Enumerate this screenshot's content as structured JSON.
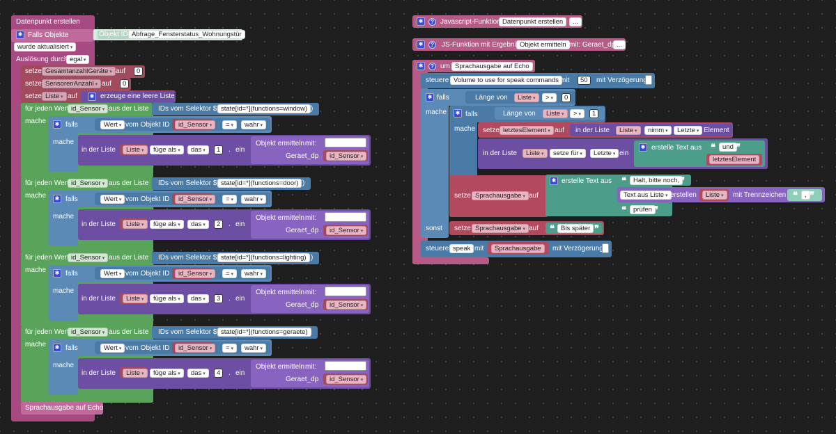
{
  "colors": {
    "background": "#1e1e1e",
    "pink": "#a84a82",
    "green": "#5aa35a",
    "blue": "#4a7aa6",
    "purple": "#6c4ea3",
    "red": "#a24a5e",
    "teal": "#3f8a86"
  },
  "left": {
    "title": "Datenpunkt erstellen",
    "falls_objekte": "Falls Objekte",
    "objekt_id_label": "Objekt ID",
    "objekt_id_value": "Abfrage_Fensterstatus_Wohnungstür",
    "wurde_aktualisiert": "wurde aktualisiert",
    "ausloesung": "Auslösung durch",
    "egal": "egal",
    "setze": "setze",
    "auf": "auf",
    "var_gesamt": "GesamtanzahlGeräte",
    "var_sensoren": "SensorenAnzahl",
    "var_liste": "Liste",
    "zero": "0",
    "erzeuge": "erzeuge eine leere Liste",
    "fuer_jeden": "für jeden Wert",
    "id_sensor": "id_Sensor",
    "aus_der_liste": "aus der Liste",
    "ids_vom_selektor": "IDs vom Selektor $(",
    "close_paren": ")",
    "mache": "mache",
    "falls": "falls",
    "wert": "Wert",
    "vom_objekt_id": "vom Objekt ID",
    "eq": "=",
    "wahr": "wahr",
    "in_der_liste": "in der Liste",
    "fuege_als": "füge als",
    "das": "das",
    "ein": "ein",
    "dot": ".",
    "objekt_ermitteln": "Objekt ermitteln",
    "mit": "mit:",
    "geraet_dp": "Geraet_dp",
    "loops": [
      {
        "selector": "state[id=*](functions=window)",
        "index": "1"
      },
      {
        "selector": "state[id=*](functions=door)",
        "index": "2"
      },
      {
        "selector": "state[id=*](functions=lighting)",
        "index": "3"
      },
      {
        "selector": "state[id=*](functions=geraete)",
        "index": "4"
      }
    ],
    "footer": "Sprachausgabe auf Echo"
  },
  "right": {
    "js_funktion": "Javascript-Funktion",
    "js_funktion_name": "Datenpunkt erstellen",
    "js_ergebnis": "JS-Funktion mit Ergebnis",
    "js_ergebnis_name": "Objekt ermitteln",
    "js_ergebnis_param": "mit: Geraet_dp",
    "dots": "...",
    "um": "um",
    "um_name": "Sprachausgabe auf Echo",
    "steuere": "steuere",
    "volume": "Volume to use for speak commands",
    "mit": "mit",
    "fifty": "50",
    "mit_verzoegerung": "mit Verzögerung",
    "falls": "falls",
    "laenge_von": "Länge von",
    "liste": "Liste",
    "gt": ">",
    "zero": "0",
    "one": "1",
    "mache": "mache",
    "setze": "setze",
    "letztes_element": "letztesElement",
    "auf": "auf",
    "in_der_liste": "in der Liste",
    "nimm": "nimm",
    "letzte": "Letzte",
    "element": "Element",
    "setze_fuer": "setze für",
    "ein": "ein",
    "erstelle_text_aus": "erstelle Text aus",
    "und": "und",
    "sprachausgabe": "Sprachausgabe",
    "halt": "Halt, bitte noch,",
    "text_aus_liste": "Text aus Liste",
    "erstellen": "erstellen",
    "mit_trennzeichen": "mit Trennzeichen",
    "komma": ",",
    "pruefen": "prüfen",
    "sonst": "sonst",
    "bis_spaeter": "Bis später",
    "speak": "speak",
    "open_quote": "❝",
    "close_quote": "❞"
  }
}
